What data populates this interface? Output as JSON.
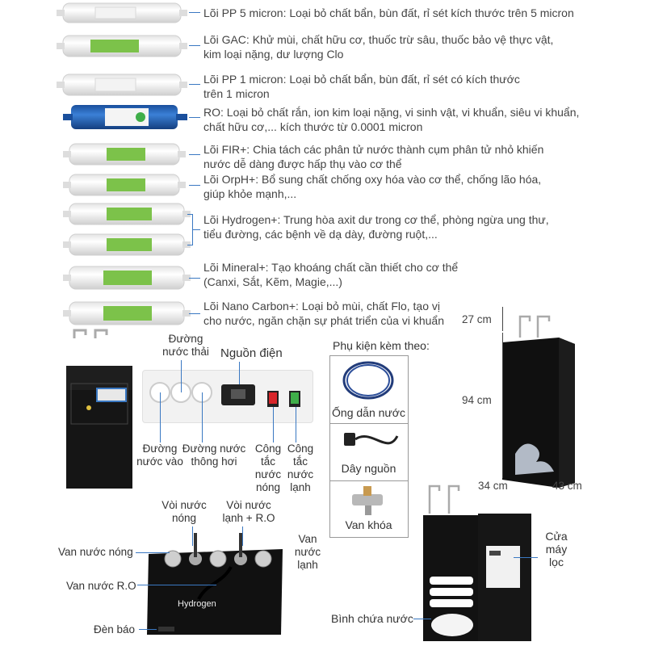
{
  "filters": [
    {
      "id": "pp5",
      "desc": [
        "Lõi PP 5 micron: Loại bỏ chất bẩn, bùn đất, rỉ sét kích thước trên 5 micron"
      ]
    },
    {
      "id": "gac",
      "desc": [
        "Lõi GAC: Khử mùi, chất hữu cơ, thuốc trừ sâu, thuốc bảo vệ thực vật,",
        "kim loại nặng, dư lượng Clo"
      ]
    },
    {
      "id": "pp1",
      "desc": [
        "Lõi PP 1 micron: Loại bỏ chất bẩn, bùn đất, rỉ sét có kích thước",
        "trên 1 micron"
      ]
    },
    {
      "id": "ro",
      "desc": [
        "RO: Loại bỏ chất rắn, ion kim loại nặng, vi sinh vật, vi khuẩn, siêu vi khuẩn,",
        "chất hữu cơ,... kích thước từ 0.0001 micron"
      ]
    },
    {
      "id": "fir",
      "desc": [
        "Lõi FIR+: Chia tách các phân tử nước thành cụm phân tử nhỏ khiến",
        "nước dễ dàng được hấp thụ vào cơ thể"
      ]
    },
    {
      "id": "orph",
      "desc": [
        "Lõi OrpH+: Bổ sung chất chống oxy hóa vào cơ thể, chống lão hóa,",
        "giúp khỏe mạnh,..."
      ]
    },
    {
      "id": "hydrogen",
      "desc": [
        "Lõi Hydrogen+: Trung hòa axit dư trong cơ thể, phòng ngừa ung thư,",
        "tiểu đường, các bệnh về dạ dày, đường ruột,..."
      ]
    },
    {
      "id": "mineral",
      "desc": [
        "Lõi Mineral+: Tạo khoáng chất cần thiết cho cơ thể",
        "(Canxi, Sắt, Kẽm, Magie,...)"
      ]
    },
    {
      "id": "nano",
      "desc": [
        "Lõi Nano Carbon+: Loại bỏ mùi, chất Flo, tạo vị",
        "cho nước, ngăn chặn sự phát triển của vi khuẩn"
      ]
    }
  ],
  "back_panel": {
    "duong_nuoc_thai": [
      "Đường",
      "nước thải"
    ],
    "nguon_dien": "Nguồn điện",
    "duong_nuoc_vao": [
      "Đường",
      "nước vào"
    ],
    "duong_nuoc_thong_hoi": [
      "Đường nước",
      "thông hơi"
    ],
    "cong_tac_nong": [
      "Công",
      "tắc",
      "nước",
      "nóng"
    ],
    "cong_tac_lanh": [
      "Công",
      "tắc",
      "nước",
      "lạnh"
    ]
  },
  "accessories": {
    "title": "Phụ kiện kèm theo:",
    "items": [
      "Ống dẫn nước",
      "Dây nguồn",
      "Van khóa"
    ]
  },
  "dimensions": {
    "top": "27 cm",
    "height": "94 cm",
    "depth": "34 cm",
    "width": "43 cm"
  },
  "top_panel": {
    "voi_nong": [
      "Vòi nước",
      "nóng"
    ],
    "voi_lanh_ro": [
      "Vòi nước",
      "lạnh + R.O"
    ],
    "van_nong": "Van nước nóng",
    "van_ro": "Van nước R.O",
    "van_lanh": [
      "Van",
      "nước",
      "lạnh"
    ],
    "den_bao": "Đèn báo",
    "brand": "Hydrogen"
  },
  "inside": {
    "cua_may_loc": [
      "Cửa",
      "máy",
      "lọc"
    ],
    "binh_chua_nuoc": "Bình chứa nước"
  },
  "colors": {
    "accent_line": "#3a78c2",
    "label_green": "#7cc24a",
    "cabinet": "#151515"
  }
}
